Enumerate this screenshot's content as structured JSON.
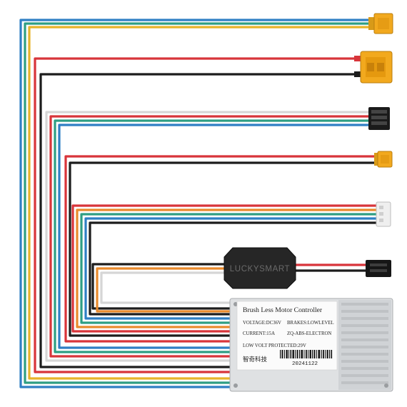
{
  "controller": {
    "title": "Brush Less Motor Controller",
    "voltage": "VOLTAGE:DC36V",
    "brakes": "BRAKES:LOWLEVEL",
    "current": "CURRENT:15A",
    "maker": "ZQ-ABS-ELECTRON",
    "low_volt": "LOW VOLT PROTECTED:29V",
    "brand_cn": "智奇科技",
    "barcode_number": "20241122"
  },
  "module": {
    "label": "LUCKYSMART"
  },
  "colors": {
    "background": "#ffffff",
    "blue": "#2f7fc4",
    "green": "#2e9e83",
    "yellow": "#e8b32a",
    "red": "#d8343a",
    "black": "#1c1c1c",
    "white_wire": "#d6d6d6",
    "orange": "#e98a2c",
    "connector_yellow": "#f2a91e",
    "controller_case": "#e2e4e6",
    "module_body": "#262626"
  },
  "icons": [
    "xt30-connector-icon",
    "xt60-connector-icon",
    "sm-4pin-connector-icon",
    "jst-2pin-connector-icon",
    "ph-white-connector-icon",
    "sm-3pin-connector-icon",
    "barcode-icon"
  ]
}
